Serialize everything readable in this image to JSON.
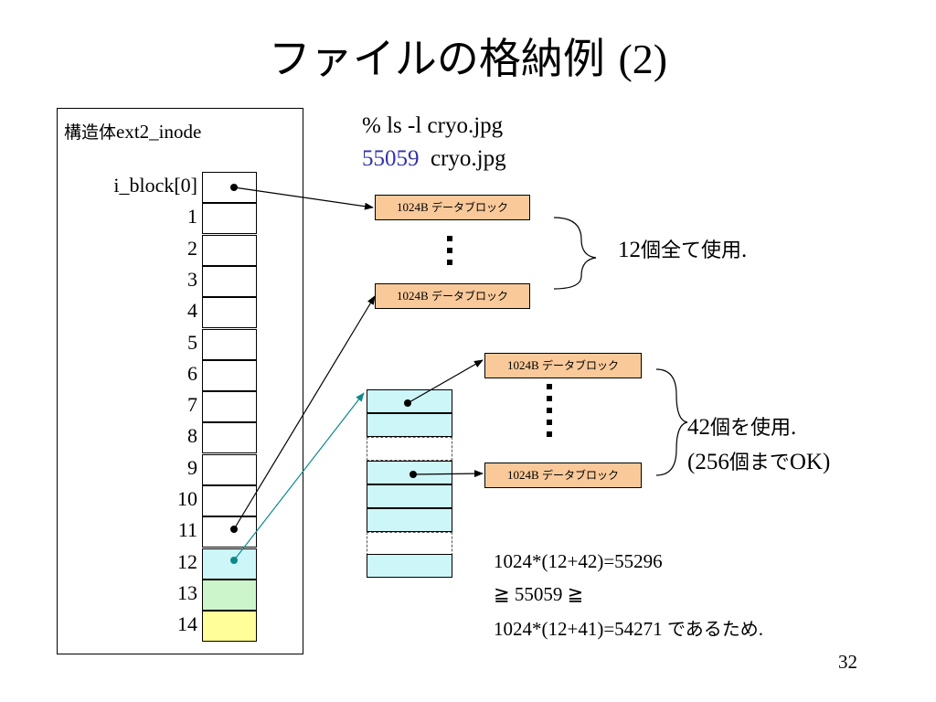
{
  "title": {
    "main": "ファイルの格納例",
    "number": "(2)"
  },
  "struct": {
    "label_jp": "構造体",
    "label_name": "ext2_inode",
    "indices": [
      "i_block[0]",
      "1",
      "2",
      "3",
      "4",
      "5",
      "6",
      "7",
      "8",
      "9",
      "10",
      "11",
      "12",
      "13",
      "14"
    ],
    "colors": {
      "indirect": "#ccf6f8",
      "double": "#ccf5cc",
      "triple": "#fffe99"
    }
  },
  "command": {
    "line": "% ls -l cryo.jpg",
    "size": "55059",
    "filename": "cryo.jpg",
    "size_color": "#3333aa"
  },
  "block": {
    "size": "1024B",
    "label": "データブロック",
    "color": "#f9c99a"
  },
  "direct_note": {
    "count": "12",
    "text": "個全て使用",
    "end": "."
  },
  "indirect_note": {
    "count": "42",
    "text": "個を使用",
    "end": ".",
    "paren_open": "(256",
    "paren_text": "個まで",
    "paren_close": "OK)"
  },
  "calc": {
    "line1": "1024*(12+42)=55296",
    "line2": "≧ 55059 ≧",
    "line3_math": "1024*(12+41)=54271",
    "line3_jp": "であるため",
    "line3_end": "."
  },
  "page_number": "32",
  "arrow_color": "#0f8a8a"
}
